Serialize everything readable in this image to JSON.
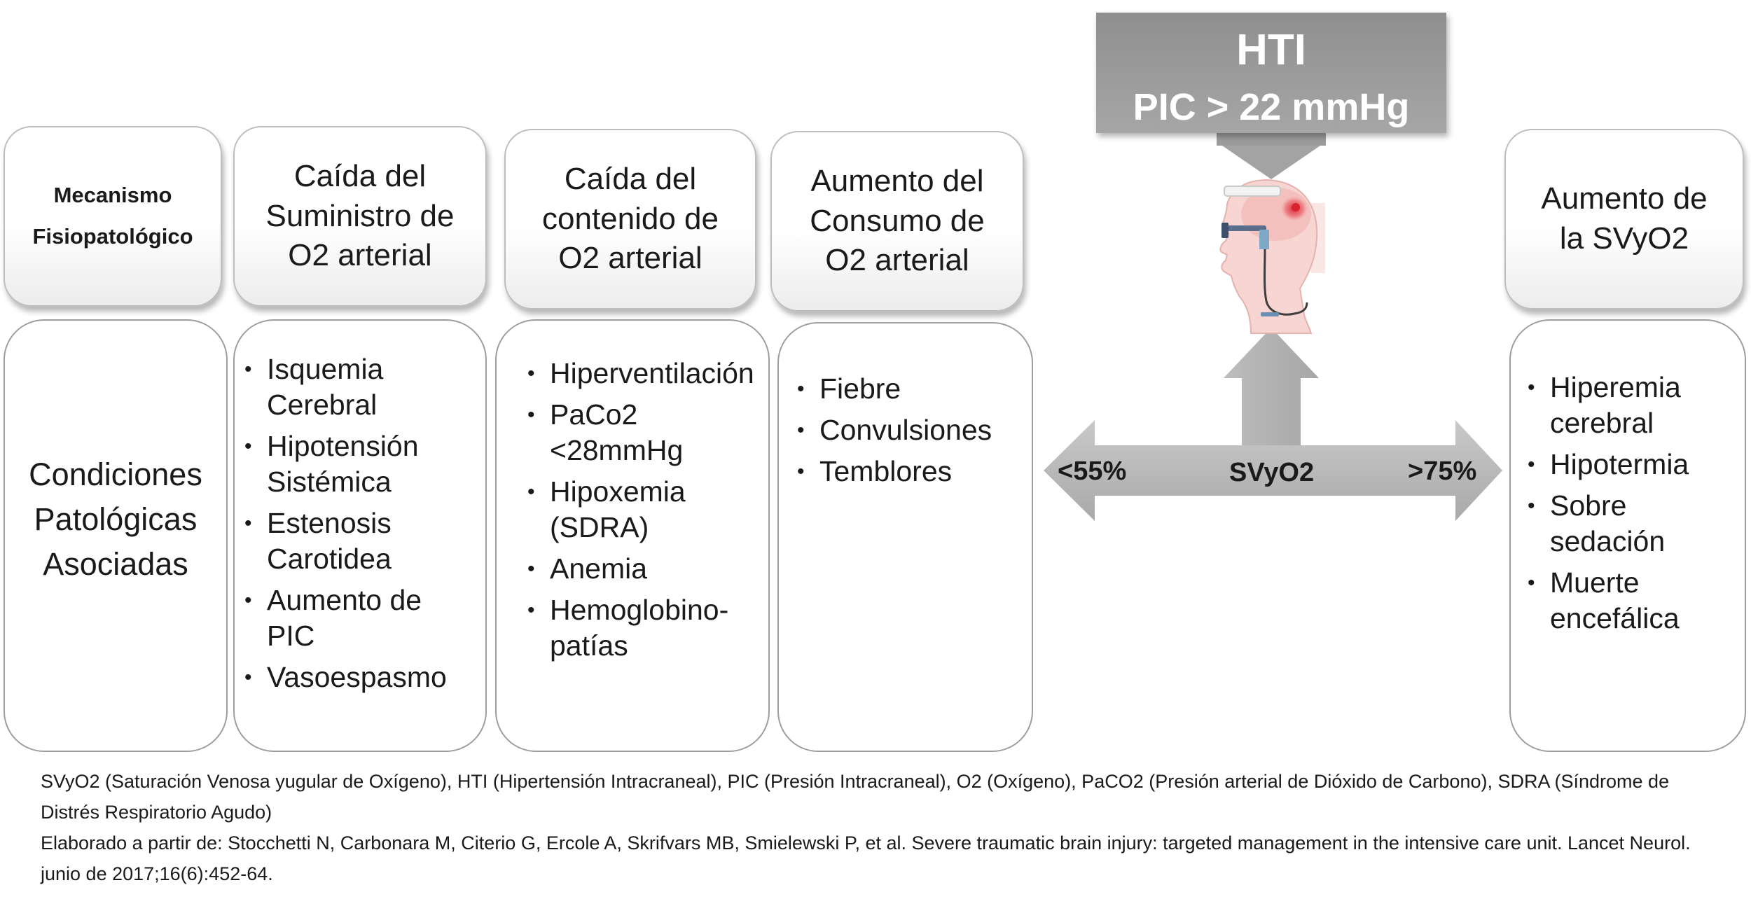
{
  "header_cards": {
    "mecanismo": "Mecanismo\nFisiopatológico",
    "suministro": "Caída del\nSuministro de\nO2 arterial",
    "contenido": "Caída del\ncontenido de\nO2 arterial",
    "consumo": "Aumento del\nConsumo de\nO2 arterial",
    "aumento_svyo2": "Aumento de\nla SVyO2"
  },
  "condiciones": "Condiciones\nPatológicas\nAsociadas",
  "lists": {
    "suministro": [
      "Isquemia\nCerebral",
      "Hipotensión\nSistémica",
      "Estenosis\nCarotidea",
      "Aumento de\nPIC",
      "Vasoespasmo"
    ],
    "contenido": [
      "Hiperventilación",
      "PaCo2\n<28mmHg",
      "Hipoxemia\n(SDRA)",
      "Anemia",
      "Hemoglobino-\npatías"
    ],
    "consumo": [
      "Fiebre",
      "Convulsiones",
      "Temblores"
    ],
    "aumento": [
      "Hiperemia\ncerebral",
      "Hipotermia",
      "Sobre\nsedación",
      "Muerte\nencefálica"
    ]
  },
  "bullet_char": "•",
  "hti": {
    "line1": "HTI",
    "line2": "PIC > 22 mmHg"
  },
  "svyo2": {
    "label": "SVyO2",
    "low": "<55%",
    "high": ">75%"
  },
  "footnote": {
    "line1": "SVyO2 (Saturación Venosa yugular de Oxígeno), HTI (Hipertensión Intracraneal), PIC (Presión Intracraneal), O2 (Oxígeno), PaCO2 (Presión arterial de Dióxido de Carbono), SDRA (Síndrome de Distrés Respiratorio Agudo)",
    "line2": "Elaborado a partir de: Stocchetti N, Carbonara M, Citerio G, Ercole A, Skrifvars MB, Smielewski P, et al. Severe traumatic brain injury: targeted management in the intensive care unit. Lancet Neurol. junio de 2017;16(6):452-64."
  },
  "colors": {
    "arrow_gray": "#b4b4b4",
    "hti_box": "#9b9b9b",
    "brain_red": "#d9202f",
    "skin_pink": "#f6d7d4"
  },
  "icons": {
    "head": "head-monitor-icon"
  }
}
